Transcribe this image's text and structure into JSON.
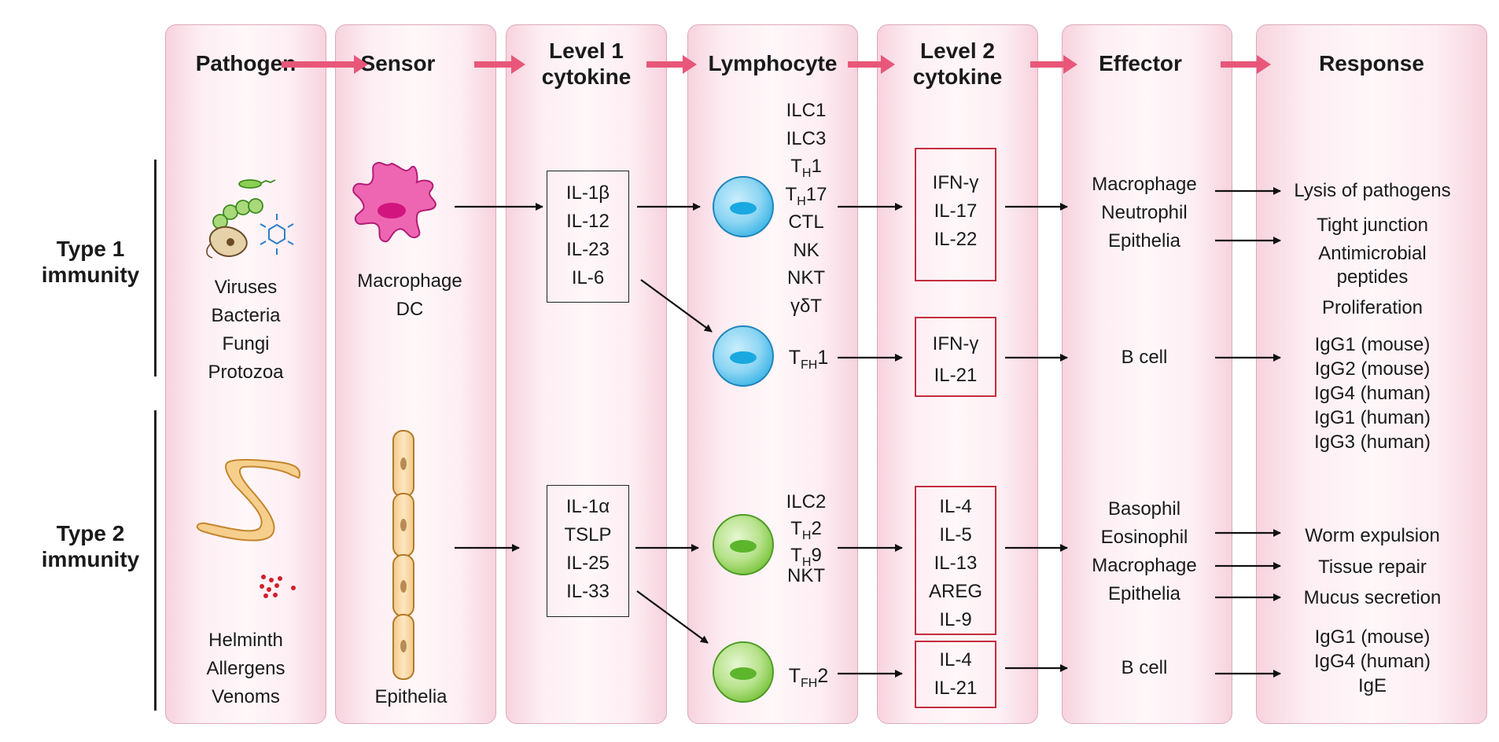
{
  "headers": {
    "pathogen": "Pathogen",
    "sensor": "Sensor",
    "level1": [
      "Level 1",
      "cytokine"
    ],
    "lymphocyte": "Lymphocyte",
    "level2": [
      "Level 2",
      "cytokine"
    ],
    "effector": "Effector",
    "response": "Response"
  },
  "immunity": {
    "type1": [
      "Type 1",
      "immunity"
    ],
    "type2": [
      "Type 2",
      "immunity"
    ]
  },
  "type1": {
    "pathogens": [
      "Viruses",
      "Bacteria",
      "Fungi",
      "Protozoa"
    ],
    "sensors": [
      "Macrophage",
      "DC"
    ],
    "level1": [
      "IL-1β",
      "IL-12",
      "IL-23",
      "IL-6"
    ],
    "lymphocytes": {
      "l1": "ILC1",
      "l2": "ILC3",
      "l3a": "T",
      "l3s": "H",
      "l3b": "1",
      "l4a": "T",
      "l4s": "H",
      "l4b": "17",
      "l5": "CTL",
      "l6": "NK",
      "l7": "NKT",
      "l8": "γδT"
    },
    "tfh": {
      "a": "T",
      "s": "FH",
      "b": "1"
    },
    "level2_main": [
      "IFN-γ",
      "IL-17",
      "IL-22"
    ],
    "level2_tfh": [
      "IFN-γ",
      "IL-21"
    ],
    "effectors_main": [
      "Macrophage",
      "Neutrophil",
      "Epithelia"
    ],
    "effector_tfh": "B cell",
    "responses_main": [
      "Lysis of pathogens",
      "Tight junction",
      "Antimicrobial",
      "peptides",
      "Proliferation"
    ],
    "responses_tfh": [
      "IgG1 (mouse)",
      "IgG2 (mouse)",
      "IgG4 (human)",
      "IgG1 (human)",
      "IgG3 (human)"
    ]
  },
  "type2": {
    "pathogens": [
      "Helminth",
      "Allergens",
      "Venoms"
    ],
    "sensor": "Epithelia",
    "level1": [
      "IL-1α",
      "TSLP",
      "IL-25",
      "IL-33"
    ],
    "lymphocytes": {
      "l1": "ILC2",
      "l2a": "T",
      "l2s": "H",
      "l2b": "2",
      "l3a": "T",
      "l3s": "H",
      "l3b": "9",
      "l4": "NKT"
    },
    "tfh": {
      "a": "T",
      "s": "FH",
      "b": "2"
    },
    "level2_main": [
      "IL-4",
      "IL-5",
      "IL-13",
      "AREG",
      "IL-9"
    ],
    "level2_tfh": [
      "IL-4",
      "IL-21"
    ],
    "effectors_main": [
      "Basophil",
      "Eosinophil",
      "Macrophage",
      "Epithelia"
    ],
    "effector_tfh": "B cell",
    "responses_main": [
      "Worm expulsion",
      "Tissue repair",
      "Mucus secretion"
    ],
    "responses_tfh": [
      "IgG1 (mouse)",
      "IgG4 (human)",
      "IgE"
    ]
  },
  "colors": {
    "column_border": "#dcaab8",
    "header_arrow": "#e8577a",
    "red_box": "#c32d3d",
    "cell_blue": "#3fb6e6",
    "cell_green": "#7cc540",
    "macrophage": "#e0349a",
    "worm": "#efc27f"
  },
  "icons": [
    "bacteria-icon",
    "virus-icon",
    "protozoa-icon",
    "macrophage-icon",
    "epithelial-cells-icon",
    "worm-icon",
    "allergen-dots-icon"
  ]
}
